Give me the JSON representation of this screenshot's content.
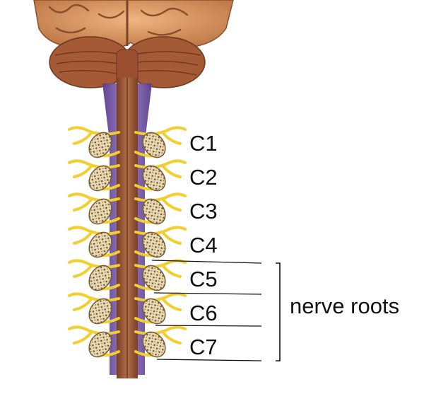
{
  "vertebra_labels": [
    "C1",
    "C2",
    "C3",
    "C4",
    "C5",
    "C6",
    "C7"
  ],
  "bracket_label": "nerve roots",
  "colors": {
    "brain": "#d9945e",
    "brain_dark": "#a8643a",
    "cerebellum": "#9a5432",
    "cord": "#8a4a2c",
    "nerve": "#f2cf2e",
    "vertebra_bone": "#e9d8b0",
    "dura": "#7d5aa8"
  }
}
